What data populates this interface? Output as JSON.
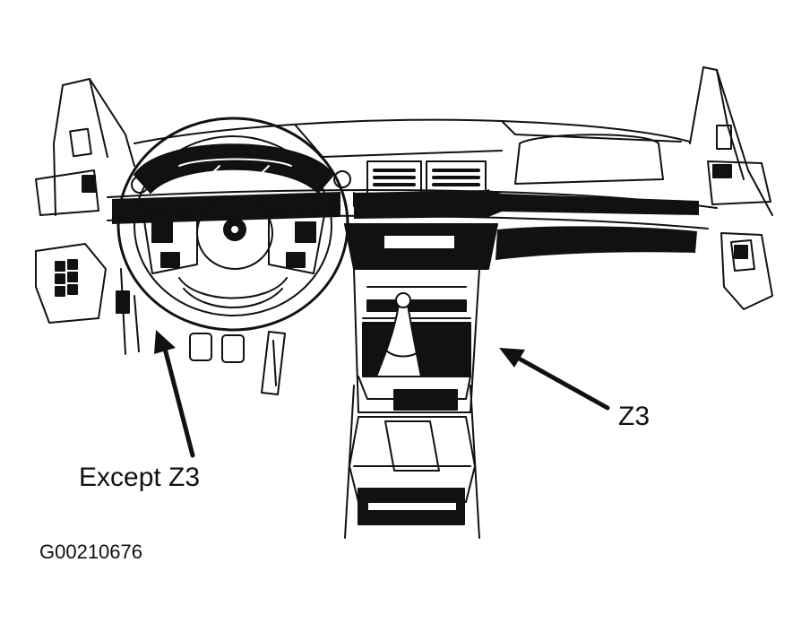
{
  "figure": {
    "callouts": {
      "except_z3": "Except Z3",
      "z3": "Z3"
    },
    "figure_code": "G00210676"
  },
  "colors": {
    "ink": "#111111",
    "background": "#ffffff"
  }
}
